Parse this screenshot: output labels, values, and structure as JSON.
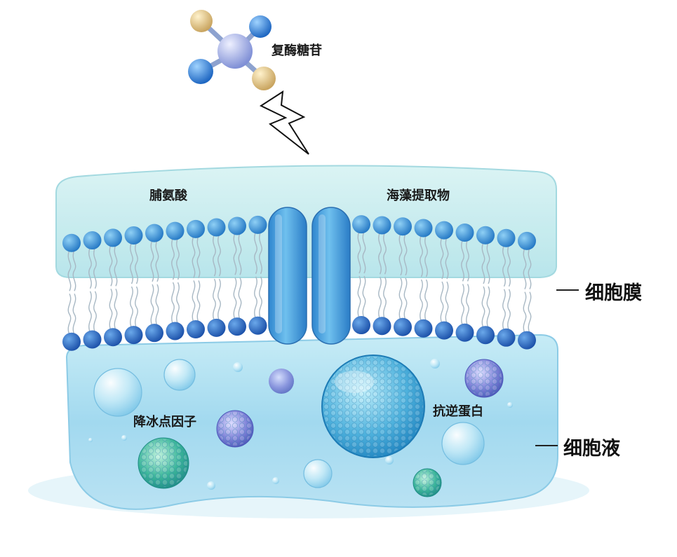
{
  "labels": {
    "molecule": "复酶糖苷",
    "proline": "脯氨酸",
    "seaweed": "海藻提取物",
    "membrane": "细胞膜",
    "antifreeze_factor": "降冰点因子",
    "antifreeze_protein": "抗逆蛋白",
    "cytosol": "细胞液"
  },
  "colors": {
    "outer_band": "#bfe9ee",
    "lipid_head": "#2f86cc",
    "lipid_head_dark": "#1f5fb5",
    "channel": "#3a9bdc",
    "cytosol": "#9fd6ef",
    "atom_blue": "#2f7fd0",
    "atom_gold": "#e6c98a",
    "atom_center": "#a9b6e6"
  },
  "icons": [
    "molecule-icon",
    "lightning-icon",
    "channel-protein-icon",
    "vesicle-icon"
  ]
}
